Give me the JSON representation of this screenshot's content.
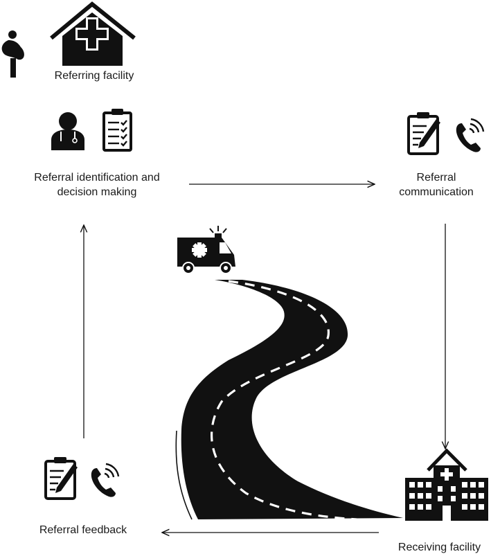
{
  "labels": {
    "referring_facility": "Referring facility",
    "identification_line1": "Referral identification and",
    "identification_line2": "decision making",
    "communication_line1": "Referral",
    "communication_line2": "communication",
    "feedback": "Referral feedback",
    "receiving_facility": "Receiving facility"
  },
  "icons": {
    "pregnant_woman": "pregnant-woman-icon",
    "clinic": "clinic-house-icon",
    "doctor": "doctor-icon",
    "checklist": "checklist-clipboard-icon",
    "clipboard_pen": "clipboard-pen-icon",
    "phone": "phone-call-icon",
    "ambulance": "ambulance-icon",
    "road": "winding-road-icon",
    "hospital": "hospital-building-icon"
  },
  "colors": {
    "ink": "#111111",
    "road_marking": "#ffffff"
  }
}
